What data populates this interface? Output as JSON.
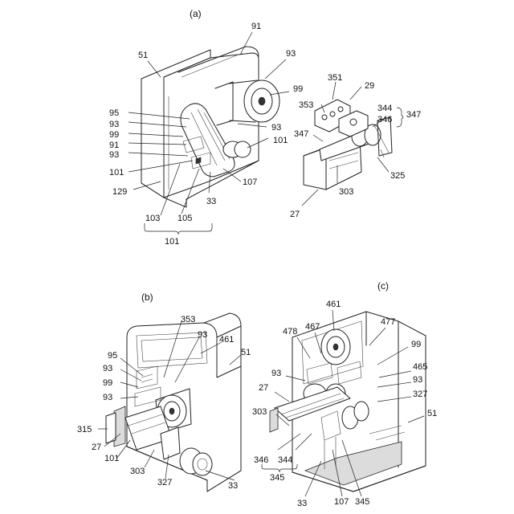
{
  "figure": {
    "panel_a": {
      "label": "(a)",
      "refs": {
        "r91": "91",
        "r51": "51",
        "r93_top": "93",
        "r99_top": "99",
        "r351": "351",
        "r29": "29",
        "r344": "344",
        "r347": "347",
        "r346": "346",
        "r353": "353",
        "r347b": "347",
        "r95": "95",
        "r93_a": "93",
        "r99_a": "99",
        "r91_a": "91",
        "r93_b": "93",
        "r93_c": "93",
        "r101_r": "101",
        "r101_l": "101",
        "r129": "129",
        "r107": "107",
        "r33": "33",
        "r325": "325",
        "r303": "303",
        "r27": "27",
        "r103": "103",
        "r105": "105",
        "r101_group": "101"
      }
    },
    "panel_b": {
      "label": "(b)",
      "refs": {
        "r353": "353",
        "r93": "93",
        "r461": "461",
        "r95": "95",
        "r51": "51",
        "r93_a": "93",
        "r99": "99",
        "r93_b": "93",
        "r315": "315",
        "r27": "27",
        "r101": "101",
        "r303": "303",
        "r327": "327",
        "r33": "33"
      }
    },
    "panel_c": {
      "label": "(c)",
      "refs": {
        "r461": "461",
        "r478": "478",
        "r467": "467",
        "r477": "477",
        "r99": "99",
        "r465": "465",
        "r93_a": "93",
        "r93_b": "93",
        "r27": "27",
        "r327": "327",
        "r303": "303",
        "r51": "51",
        "r346": "346",
        "r344": "344",
        "r345_group": "345",
        "r33": "33",
        "r107": "107",
        "r345": "345"
      }
    }
  }
}
